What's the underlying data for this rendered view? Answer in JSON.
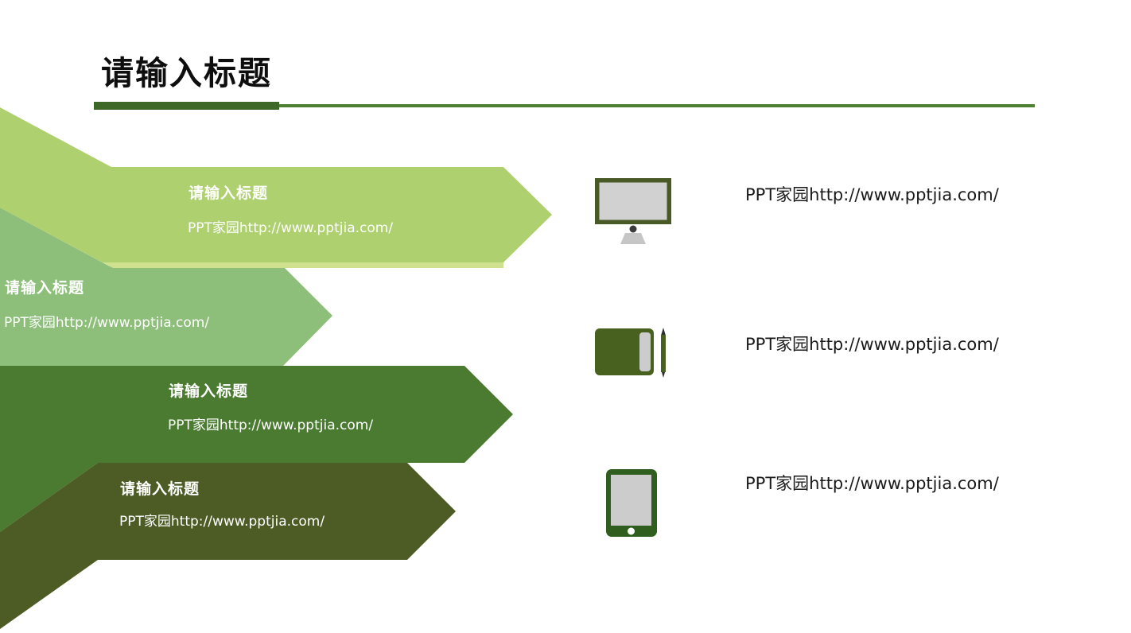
{
  "slide": {
    "title": "请输入标题",
    "accent_bar_color": "#3d6827",
    "accent_line_color": "#4e8031",
    "background_color": "#ffffff"
  },
  "arrows": [
    {
      "title": "请输入标题",
      "url": "PPT家园http://www.pptjia.com/",
      "color": "#aed06e",
      "echo_color": "#cfe08f",
      "text_color": "#ffffff"
    },
    {
      "title": "请输入标题",
      "url": "PPT家园http://www.pptjia.com/",
      "color": "#8dbf7a",
      "text_color": "#ffffff"
    },
    {
      "title": "请输入标题",
      "url": "PPT家园http://www.pptjia.com/",
      "color": "#4a7b31",
      "text_color": "#ffffff"
    },
    {
      "title": "请输入标题",
      "url": "PPT家园http://www.pptjia.com/",
      "color": "#4c5c24",
      "text_color": "#ffffff"
    }
  ],
  "devices": [
    {
      "icon": "desktop-monitor-icon",
      "label": "PPT家园http://www.pptjia.com/",
      "colors": {
        "frame": "#4a5a26",
        "screen": "#d1d1d1",
        "stand": "#c6c6c6",
        "knob": "#3b3b3b"
      }
    },
    {
      "icon": "graphics-tablet-pen-icon",
      "label": "PPT家园http://www.pptjia.com/",
      "colors": {
        "body": "#48611f",
        "strip": "#cccccc",
        "pen": "#48611f",
        "pen_tip": "#2f2f2f"
      }
    },
    {
      "icon": "tablet-phone-icon",
      "label": "PPT家园http://www.pptjia.com/",
      "colors": {
        "body": "#2f5e1e",
        "screen": "#cccccc",
        "home_dot": "#ffffff"
      }
    }
  ]
}
